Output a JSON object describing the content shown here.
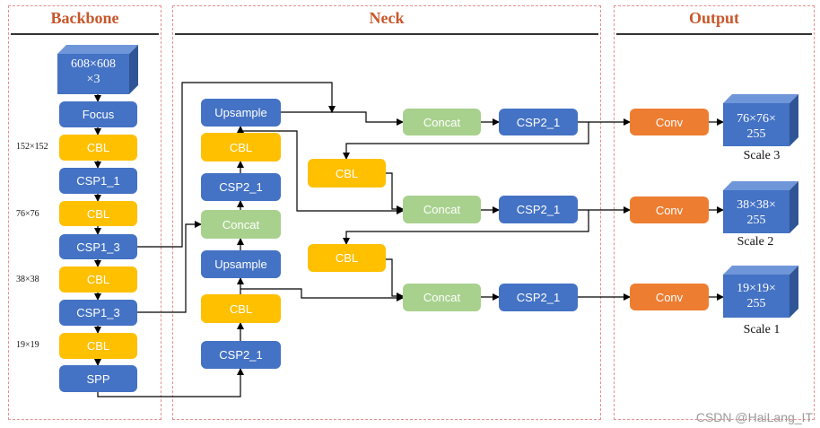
{
  "sections": {
    "backbone": "Backbone",
    "neck": "Neck",
    "output": "Output"
  },
  "backbone": {
    "input": "608×608\n×3",
    "focus": "Focus",
    "cbl1": "CBL",
    "csp1_1": "CSP1_1",
    "cbl2": "CBL",
    "csp1_3a": "CSP1_3",
    "cbl3": "CBL",
    "csp1_3b": "CSP1_3",
    "cbl4": "CBL",
    "spp": "SPP"
  },
  "sizes": {
    "s152": "152×152",
    "s76": "76×76",
    "s38": "38×38",
    "s19": "19×19"
  },
  "neck": {
    "upsample_top": "Upsample",
    "cbl_a": "CBL",
    "csp2_a": "CSP2_1",
    "concat_a": "Concat",
    "upsample_mid": "Upsample",
    "cbl_b": "CBL",
    "csp2_b": "CSP2_1",
    "concat_1": "Concat",
    "csp2_r1": "CSP2_1",
    "cbl_r1": "CBL",
    "concat_2": "Concat",
    "csp2_r2": "CSP2_1",
    "cbl_r2": "CBL",
    "concat_3": "Concat",
    "csp2_r3": "CSP2_1"
  },
  "output": {
    "conv1": "Conv",
    "conv2": "Conv",
    "conv3": "Conv",
    "cube1": "76×76×\n255",
    "cube2": "38×38×\n255",
    "cube3": "19×19×\n255",
    "scale1": "Scale 3",
    "scale2": "Scale 2",
    "scale3": "Scale 1"
  },
  "colors": {
    "blue": "#4472c4",
    "yellow": "#ffc000",
    "green": "#a9d18e",
    "orange": "#ed7d31",
    "title": "#c8572b"
  },
  "watermark": "CSDN @HaiLang_IT"
}
